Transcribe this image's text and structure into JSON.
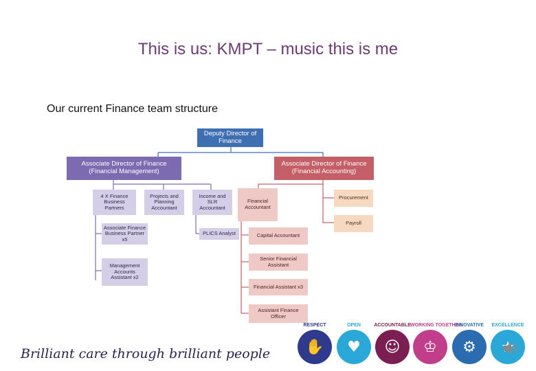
{
  "slide": {
    "title": "This is us: KMPT – music this is me",
    "subtitle": "Our current Finance team structure"
  },
  "org_chart": {
    "deputy": "Deputy Director of Finance",
    "ad_mgmt": "Associate Director of Finance\n(Financial Management)",
    "ad_acct": "Associate Director of Finance\n(Financial Accounting)",
    "bp4": "4 X Finance\nBusiness\nPartners",
    "proj": "Projects and\nPlanning\nAccountant",
    "income": "Income and\nSLR\nAccountant",
    "fin_acct": "Financial\nAccountant",
    "procurement": "Procurement",
    "payroll": "Payroll",
    "afbp": "Associate Finance\nBusiness Partner\nx5",
    "plics": "PLICS Analyst",
    "capital": "Capital Accountant",
    "senior_fa": "Senior Financial\nAssistant",
    "mgmt_acc": "Management\nAccounts\nAssistant x2",
    "fa3": "Financial Assistant x3",
    "afo": "Assistant Finance\nOfficer"
  },
  "footer": {
    "tagline": "Brilliant care through brilliant people",
    "values": [
      {
        "label": "RESPECT",
        "color": "#2f3a8f",
        "icon": "handshake-icon"
      },
      {
        "label": "OPEN",
        "color": "#2aa8d8",
        "icon": "heart-icon"
      },
      {
        "label": "ACCOUNTABLE",
        "color": "#7b1f52",
        "icon": "head-profile-icon"
      },
      {
        "label": "WORKING TOGETHER",
        "color": "#c13e8a",
        "icon": "people-icon"
      },
      {
        "label": "INNOVATIVE",
        "color": "#2b6cb0",
        "icon": "gears-icon"
      },
      {
        "label": "EXCELLENCE",
        "color": "#2aa8d8",
        "icon": "star-icon"
      }
    ]
  }
}
